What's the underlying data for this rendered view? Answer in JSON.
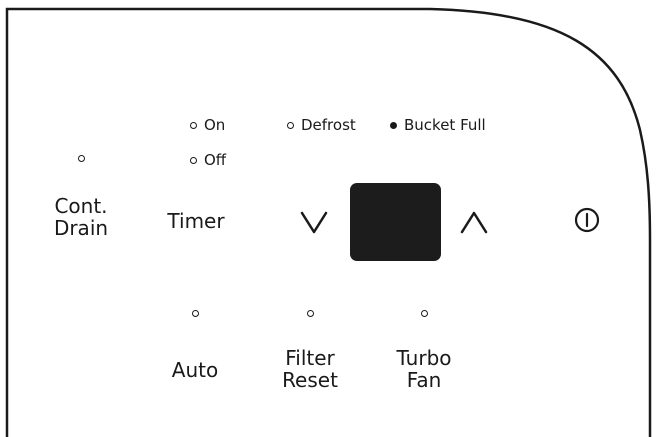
{
  "panel": {
    "cont_drain": {
      "line1": "Cont.",
      "line2": "Drain"
    },
    "timer": {
      "label": "Timer",
      "on_label": "On",
      "off_label": "Off"
    },
    "defrost_label": "Defrost",
    "bucket_full_label": "Bucket Full",
    "auto": {
      "label": "Auto"
    },
    "filter_reset": {
      "line1": "Filter",
      "line2": "Reset"
    },
    "turbo_fan": {
      "line1": "Turbo",
      "line2": "Fan"
    },
    "display": {
      "value": ""
    }
  },
  "indicators": {
    "timer_on": false,
    "timer_off": false,
    "defrost": false,
    "bucket_full": true
  },
  "icons": {
    "down": "chevron-down-icon",
    "up": "chevron-up-icon",
    "power": "power-icon"
  },
  "colors": {
    "display_background": "#1c1c1c",
    "ink": "#1a1a1a"
  }
}
